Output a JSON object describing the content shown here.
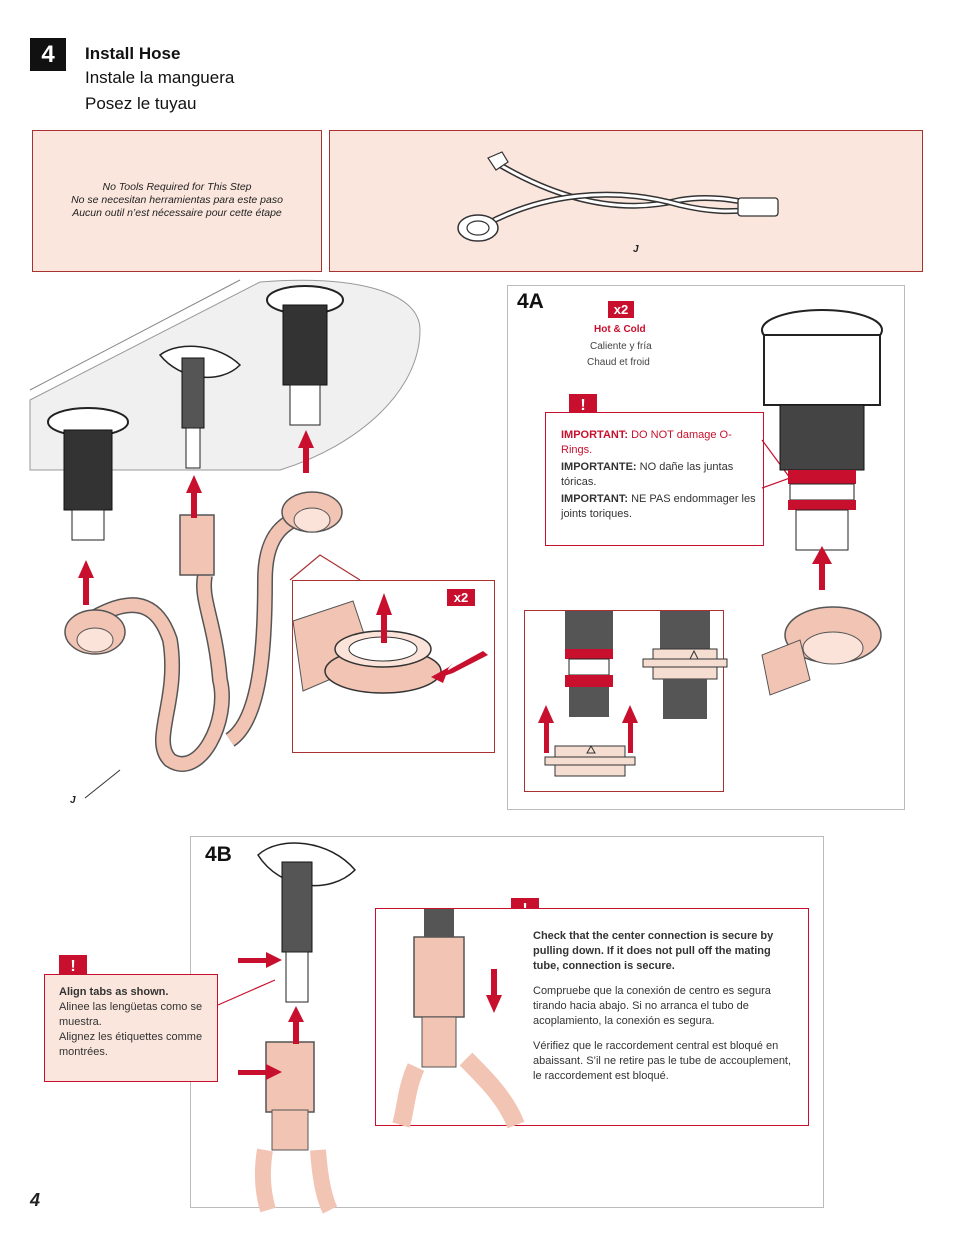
{
  "step": {
    "number": "4",
    "title_en": "Install Hose",
    "title_es": "Instale la manguera",
    "title_fr": "Posez le tuyau"
  },
  "tools_note": {
    "en": "No Tools Required for This Step",
    "es": "No se necesitan herramientas para este paso",
    "fr": "Aucun outil n’est nécessaire pour cette étape"
  },
  "parts": {
    "hose_label": "J"
  },
  "main_figure": {
    "hose_label": "J",
    "zoom_qty": "x2"
  },
  "panel_4a": {
    "label": "4A",
    "qty": "x2",
    "hot_cold_en": "Hot & Cold",
    "hot_cold_es": "Caliente y fría",
    "hot_cold_fr": "Chaud et froid",
    "warning": {
      "icon": "!",
      "en_prefix": "IMPORTANT:",
      "en_text": "DO NOT damage O-Rings.",
      "es_prefix": "IMPORTANTE:",
      "es_text": "NO dañe las juntas tóricas.",
      "fr_prefix": "IMPORTANT:",
      "fr_text": "NE PAS endommager les joints toriques."
    }
  },
  "panel_4b": {
    "label": "4B",
    "align_warning": {
      "icon": "!",
      "en": "Align tabs as shown.",
      "es": "Alinee las lengüetas como se muestra.",
      "fr": "Alignez les étiquettes comme montrées."
    },
    "connection_warning": {
      "icon": "!",
      "en": "Check that the center connection is secure by pulling down. If it does not pull off the mating tube, connection is secure.",
      "es": "Compruebe que la conexión de centro es segura tirando hacia abajo. Si no arranca el tubo de acoplamiento, la conexión es segura.",
      "fr": "Vérifiez que le raccordement central est bloqué en abaissant. S’il ne retire pas le tube de accouplement, le raccordement est bloqué."
    }
  },
  "page_number": "4",
  "colors": {
    "accent_red": "#c8102e",
    "panel_pink": "#fae6dd",
    "hose_pink": "#f2c4b4",
    "frame_red": "#a83232"
  }
}
